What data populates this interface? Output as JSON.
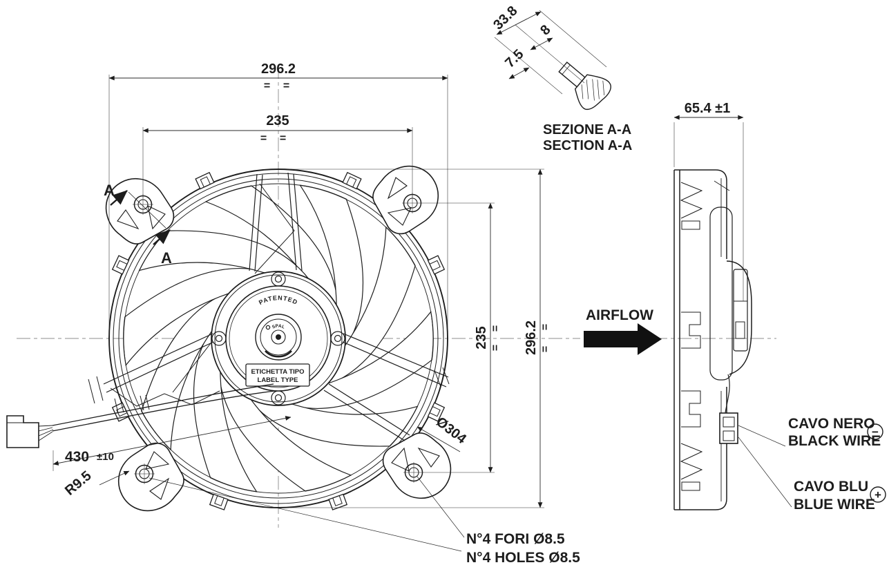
{
  "page": {
    "background_color": "#ffffff",
    "line_color": "#1d1d1d"
  },
  "front_view": {
    "dim_overall_width": "296.2",
    "dim_hole_spacing": "235",
    "dim_hole_spacing_v": "235",
    "dim_overall_height": "296.2",
    "equals_mark": "=",
    "ring_diameter": "Ø304",
    "cable_length": "430",
    "cable_tolerance": "±10",
    "tab_radius": "R9.5",
    "holes_note_it": "N°4 FORI Ø8.5",
    "holes_note_en": "N°4 HOLES Ø8.5",
    "section_marker": "A",
    "hub": {
      "patented": "PATENTED",
      "brand": "SPAL",
      "label_line1": "ETICHETTA TIPO",
      "label_line2": "LABEL TYPE"
    }
  },
  "section_detail": {
    "title_it": "SEZIONE A-A",
    "title_en": "SECTION A-A",
    "dim_length": "33.8",
    "dim_stem": "8",
    "dim_base": "7.5"
  },
  "side_view": {
    "dim_depth": "65.4 ±1"
  },
  "airflow": {
    "label": "AIRFLOW"
  },
  "wiring": {
    "black_label_it": "CAVO NERO",
    "black_label_en": "BLACK WIRE",
    "black_polarity": "−",
    "blue_label_it": "CAVO BLU",
    "blue_label_en": "BLUE WIRE",
    "blue_polarity": "+"
  }
}
